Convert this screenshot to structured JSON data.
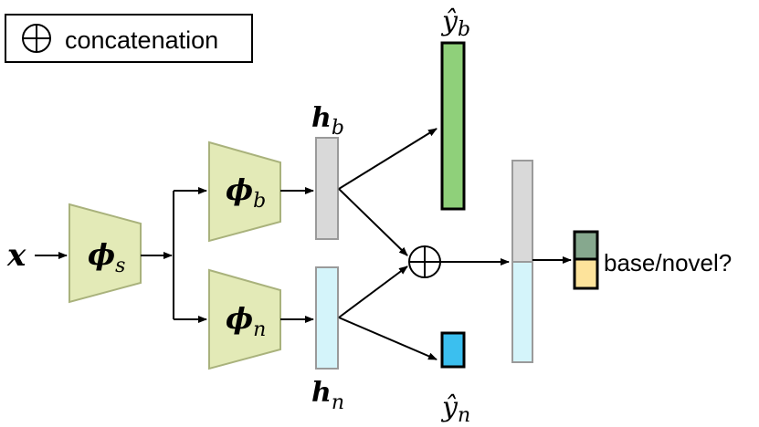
{
  "legend": {
    "symbol": "⊕",
    "text": "concatenation"
  },
  "input": {
    "label": "x"
  },
  "shared_encoder": {
    "symbol": "ϕ",
    "sub": "s"
  },
  "base_encoder": {
    "symbol": "ϕ",
    "sub": "b"
  },
  "novel_encoder": {
    "symbol": "ϕ",
    "sub": "n"
  },
  "base_feature": {
    "symbol": "h",
    "sub": "b"
  },
  "novel_feature": {
    "symbol": "h",
    "sub": "n"
  },
  "base_prediction": {
    "symbol": "ŷ",
    "sub": "b"
  },
  "novel_prediction": {
    "symbol": "ŷ",
    "sub": "n"
  },
  "concat_operator": "⊕",
  "output": {
    "text": "base/novel?"
  },
  "colors": {
    "encoder_fill": "#e3eab7",
    "encoder_stroke": "#a9b27c",
    "base_feature_fill": "#d9d9d9",
    "novel_feature_fill": "#d4f4fa",
    "feature_stroke": "#9a9a9a",
    "base_pred_fill": "#8fd07a",
    "novel_pred_fill": "#3bbfef",
    "out_top_fill": "#86a88e",
    "out_bottom_fill": "#fde39b"
  }
}
